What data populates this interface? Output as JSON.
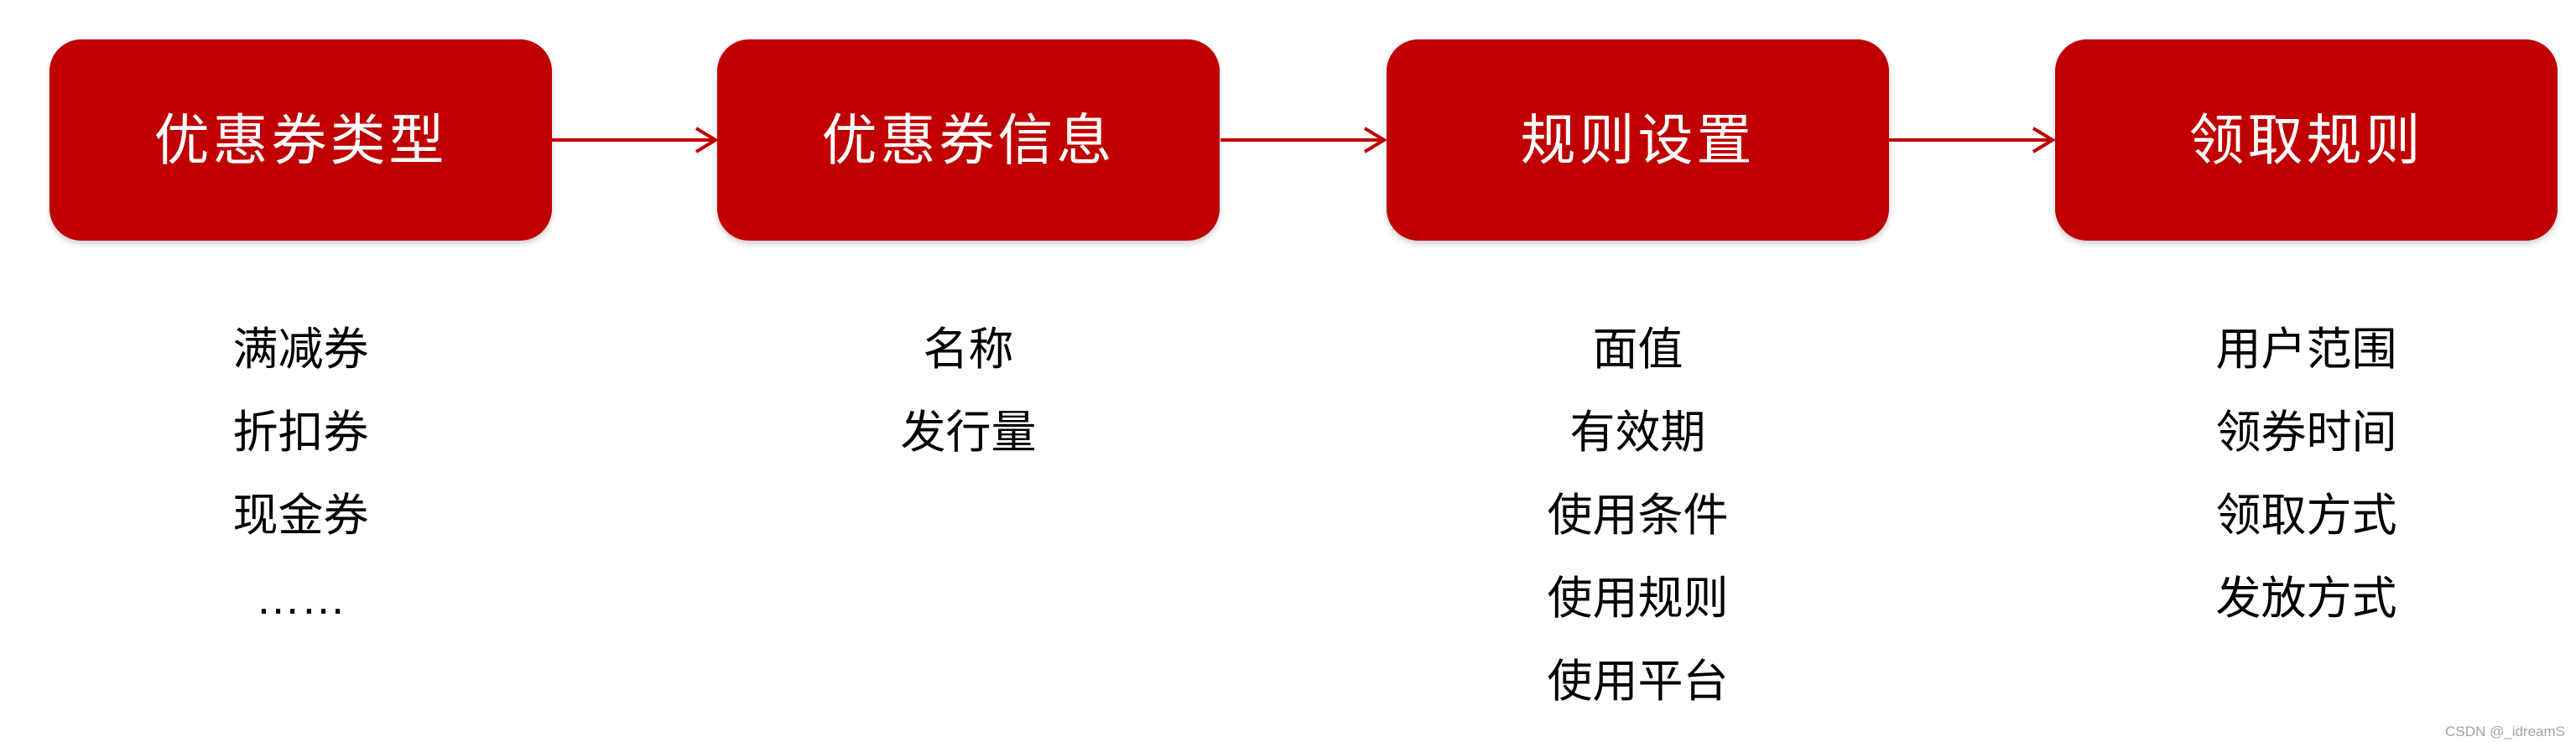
{
  "diagram": {
    "steps": [
      {
        "title": "优惠券类型",
        "items": [
          "满减券",
          "折扣券",
          "现金券",
          "……"
        ]
      },
      {
        "title": "优惠券信息",
        "items": [
          "名称",
          "发行量"
        ]
      },
      {
        "title": "规则设置",
        "items": [
          "面值",
          "有效期",
          "使用条件",
          "使用规则",
          "使用平台"
        ]
      },
      {
        "title": "领取规则",
        "items": [
          "用户范围",
          "领券时间",
          "领取方式",
          "发放方式"
        ]
      }
    ]
  },
  "colors": {
    "box_fill": "#c00000",
    "arrow": "#c00000",
    "box_text": "#ffffff",
    "item_text": "#000000",
    "watermark_text": "#a3a3a3",
    "background": "#ffffff"
  },
  "watermark": {
    "text": "CSDN @_idreamS"
  }
}
